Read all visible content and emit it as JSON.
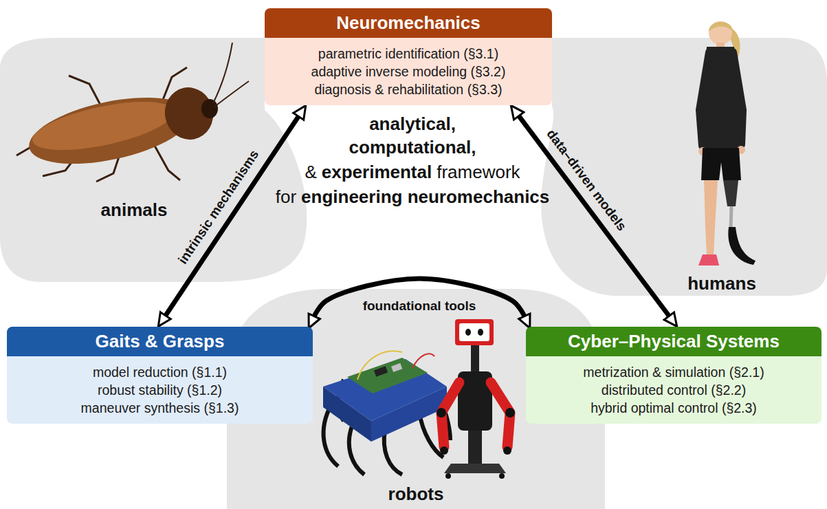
{
  "diagram": {
    "nodes": [
      {
        "text": [
          "Neuromechanics",
          "parametric identification (§3.1)",
          "adaptive inverse modeling (§3.2)",
          "diagnosis & rehabilitation (§3.3)"
        ]
      },
      {
        "text": [
          "Gaits & Grasps",
          "model reduction (§1.1)",
          "robust stability (§1.2)",
          "maneuver synthesis (§1.3)"
        ]
      },
      {
        "text": [
          "Cyber–Physical Systems",
          "metrization & simulation (§2.1)",
          "distributed control (§2.2)",
          "hybrid optimal control (§2.3)"
        ]
      }
    ],
    "edges": [
      {
        "from": 1,
        "to": 0,
        "arrow": "both",
        "label": "intrinsic mechanisms"
      },
      {
        "from": 0,
        "to": 2,
        "arrow": "both",
        "label": "data–driven models"
      },
      {
        "from": 1,
        "to": 2,
        "arrow": "both",
        "label": "foundational tools"
      }
    ],
    "labels": [
      "animals",
      "humans",
      "robots",
      "analytical,",
      "computational,",
      "&",
      "experimental",
      "framework",
      "for",
      "engineering neuromechanics"
    ]
  }
}
